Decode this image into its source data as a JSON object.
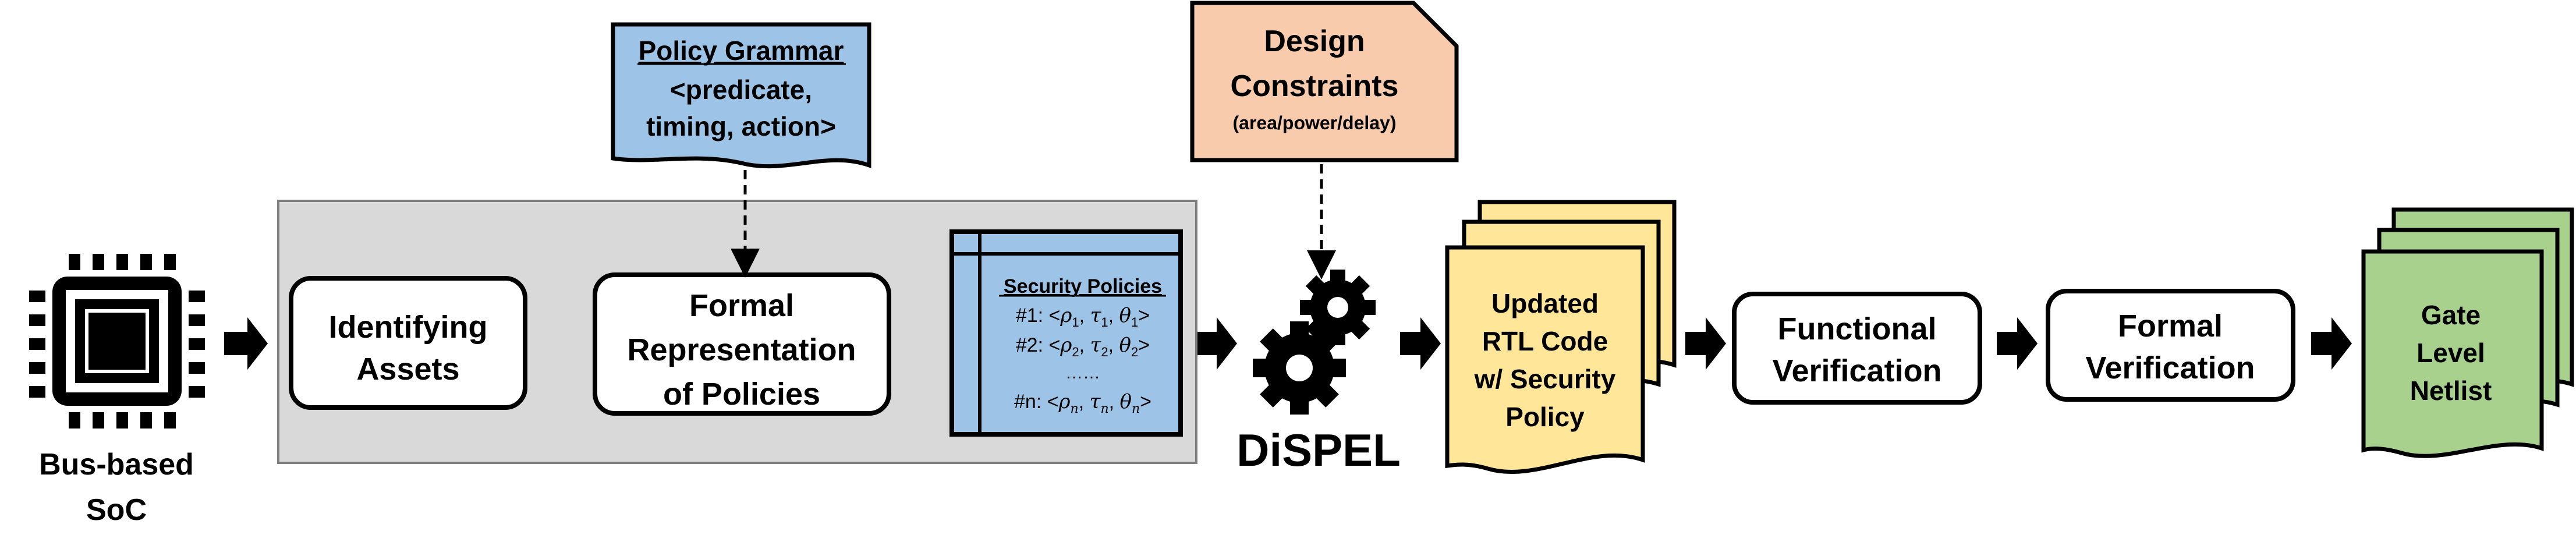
{
  "colors": {
    "grammar_fill": "#9DC3E6",
    "constraints_fill": "#F8CBAD",
    "rtl_fill": "#FFE699",
    "netlist_fill": "#A9D18E",
    "policies_fill": "#9DC3E6",
    "group_fill": "#D9D9D9",
    "stroke": "#000000"
  },
  "soc": {
    "icon": "chip-icon",
    "label_line1": "Bus-based",
    "label_line2": "SoC"
  },
  "identify": {
    "line1": "Identifying",
    "line2": "Assets"
  },
  "formal_rep": {
    "line1": "Formal",
    "line2": "Representation",
    "line3": "of Policies"
  },
  "policies": {
    "title": "Security Policies",
    "row1_prefix": "#1: <",
    "row2_prefix": "#2: <",
    "dots": "……",
    "rown_prefix": "#n: <",
    "rho": "ρ",
    "tau": "τ",
    "theta": "θ",
    "sub1": "1",
    "sub2": "2",
    "subn": "n",
    "comma": ", ",
    "close": ">"
  },
  "grammar": {
    "title": "Policy Grammar",
    "line1": "<predicate,",
    "line2": "timing, action>"
  },
  "constraints": {
    "line1": "Design",
    "line2": "Constraints",
    "line3": "(area/power/delay)"
  },
  "dispel": {
    "icon": "gears-icon",
    "label": "DiSPEL"
  },
  "rtl": {
    "line1": "Updated",
    "line2": "RTL Code",
    "line3": "w/ Security",
    "line4": "Policy"
  },
  "functional": {
    "line1": "Functional",
    "line2": "Verification"
  },
  "formal_ver": {
    "line1": "Formal",
    "line2": "Verification"
  },
  "netlist": {
    "line1": "Gate",
    "line2": "Level",
    "line3": "Netlist"
  }
}
